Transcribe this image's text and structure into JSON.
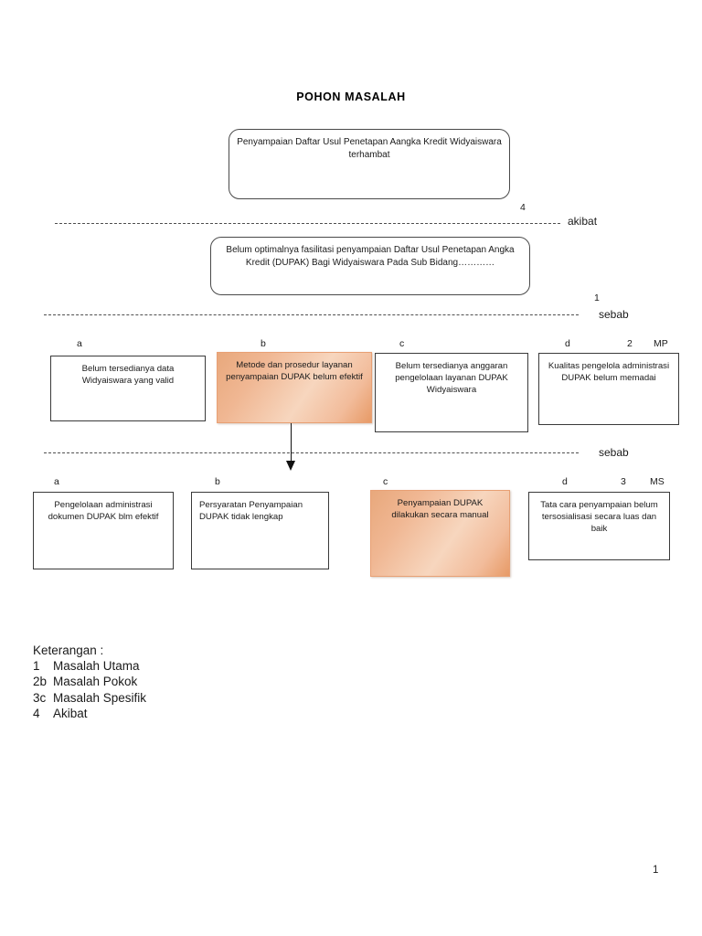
{
  "document": {
    "title": "POHON MASALAH",
    "page_number": "1"
  },
  "levels": {
    "effect": {
      "divider_label": "akibat",
      "code": "4"
    },
    "main_problem": {
      "divider_label": "sebab",
      "code": "1"
    },
    "core_problem": {
      "divider_label": "sebab",
      "code": "2",
      "code_suffix": "MP"
    },
    "specific_problem": {
      "code": "3",
      "code_suffix": "MS"
    }
  },
  "effect_box": {
    "text": "Penyampaian Daftar Usul Penetapan Aangka Kredit Widyaiswara terhambat"
  },
  "main_problem_box": {
    "text": "Belum optimalnya fasilitasi penyampaian Daftar Usul Penetapan Angka Kredit (DUPAK) Bagi Widyaiswara Pada Sub Bidang…………"
  },
  "core_problems": [
    {
      "label": "a",
      "text": "Belum tersedianya data Widyaiswara yang valid",
      "highlighted": false
    },
    {
      "label": "b",
      "text": "Metode dan prosedur layanan penyampaian DUPAK belum efektif",
      "highlighted": true
    },
    {
      "label": "c",
      "text": "Belum tersedianya anggaran pengelolaan layanan DUPAK Widyaiswara",
      "highlighted": false
    },
    {
      "label": "d",
      "text": "Kualitas pengelola administrasi DUPAK belum memadai",
      "highlighted": false
    }
  ],
  "specific_problems": [
    {
      "label": "a",
      "text": "Pengelolaan administrasi dokumen DUPAK blm efektif",
      "highlighted": false
    },
    {
      "label": "b",
      "text": "Persyaratan Penyampaian DUPAK tidak lengkap",
      "highlighted": false
    },
    {
      "label": "c",
      "text": "Penyampaian DUPAK dilakukan secara manual",
      "highlighted": true
    },
    {
      "label": "d",
      "text": "Tata cara penyampaian belum tersosialisasi secara luas dan baik",
      "highlighted": false
    }
  ],
  "legend": {
    "heading": "Keterangan :",
    "items": [
      {
        "key": "1",
        "text": "Masalah Utama"
      },
      {
        "key": "2b",
        "text": "Masalah Pokok"
      },
      {
        "key": "3c",
        "text": "Masalah Spesifik"
      },
      {
        "key": "4",
        "text": "Akibat"
      }
    ]
  },
  "colors": {
    "highlight_fill": "#f0b793",
    "highlight_edge": "#e8a87c",
    "box_border": "#3a3a3a",
    "text": "#1a1a1a"
  }
}
